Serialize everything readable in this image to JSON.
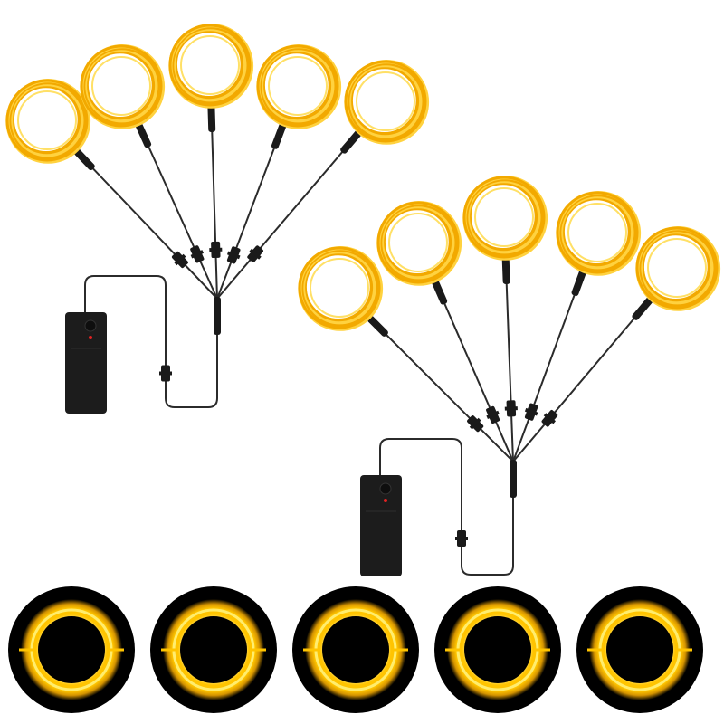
{
  "colors": {
    "background": "#ffffff",
    "wire_outer": "#f2a900",
    "wire_inner": "#ffd23f",
    "wire_glow": "#ffe066",
    "cable": "#2b2b2b",
    "connector": "#1a1a1a",
    "battery_box": "#1c1c1c",
    "power_button": "#0e0e0e",
    "indicator_led": "#e32222",
    "glow_disc": "#000000",
    "glow_ring": "#ffc400",
    "glow_core": "#fff27a"
  },
  "icons": {
    "battery_pack": "battery-pack-icon",
    "power_button": "power-button-icon",
    "led": "led-indicator-icon",
    "connector": "connector-plug-icon"
  },
  "product": {
    "harness_count": 2,
    "strands_per_harness": 5,
    "glow_samples_shown": 5
  }
}
